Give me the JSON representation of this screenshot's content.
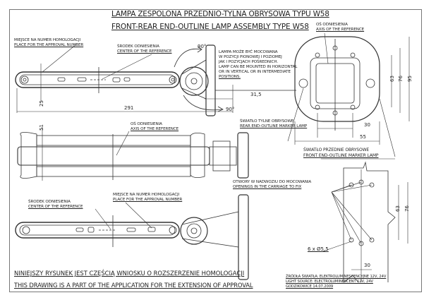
{
  "title": {
    "pl": "LAMPA ZESPOLONA PRZEDNIO-TYLNA OBRYSOWA TYPU W58",
    "en": "FRONT-REAR END-OUTLINE LAMP ASSEMBLY TYPE W58"
  },
  "labels": {
    "axis_ref_top_pl": "OŚ ODNIESIENIA",
    "axis_ref_top_en": "AXIS OF THE REFERENCE",
    "approval_top_pl": "MIEJSCE NA NUMER HOMOLOGACJI",
    "approval_top_en": "PLACE FOR THE APPROVAL NUMBER",
    "center_top_pl": "ŚRODEK ODNIESIENIA",
    "center_top_en": "CENTER OF THE REFERENCE",
    "mount_pl_1": "LAMPA MOŻE BYĆ MOCOWANA",
    "mount_pl_2": "W POZYCJI PIONOWEJ I POZIOMEJ",
    "mount_pl_3": "JAK I POZYCJACH POŚREDNICH.",
    "mount_en_1": "LAMP CAN BE MOUNTED IN HORIZONTAL",
    "mount_en_2": "OR IN VERTICAL OR IN INTERMEDIATE",
    "mount_en_3": "POSITIONS.",
    "rear_lamp_pl": "ŚWIATŁO TYLNE OBRYSOWE",
    "rear_lamp_en": "REAR END-OUTLINE MARKER LAMP",
    "front_lamp_pl": "ŚWIATŁO PRZEDNIE OBRYSOWE",
    "front_lamp_en": "FRONT END-OUTLINE MARKER LAMP",
    "axis_ref_mid_pl": "OŚ ODNIESIENIA",
    "axis_ref_mid_en": "AXIS OF THE REFERENCE",
    "openings_pl": "OTWORY W NADWOZIU DO MOCOWANIA",
    "openings_en": "OPENINGS IN THE CARRIAGE TO FIX",
    "center_bot_pl": "ŚRODEK ODNIESIENIA",
    "center_bot_en": "CENTER OF THE REFERENCE",
    "approval_bot_pl": "MIEJSCE NA NUMER HOMOLOGACJI",
    "approval_bot_en": "PLACE FOR THE APPROVAL NUMBER"
  },
  "dimensions": {
    "angle_top": "90°",
    "angle_bottom": "90°",
    "d31_5": "31,5",
    "d25": "25",
    "d291": "291",
    "d51": "51",
    "front_63": "63",
    "front_76": "76",
    "front_95": "95",
    "front_30": "30",
    "front_55": "55",
    "holes_63": "63",
    "holes_76": "76",
    "holes_30": "30",
    "holes_spec": "6 x Ø5,5"
  },
  "footer": {
    "pl": "NINIEJSZY RYSUNEK JEST CZĘŚCIĄ WNIOSKU O  ROZSZERZENIE  HOMOLOGACJI",
    "en": "THIS DRAWING IS A PART OF THE APPLICATION FOR THE EXTENSION OF APPROVAL",
    "source_pl": "ŹRÓDŁA ŚWIATŁA: ELEKTROLUMINESCENCYJNE  12V, 24V",
    "source_en": "LIGHT SOURCE: ELECTROLUMINESCENT  12V, 24V",
    "place_date": "GODZIKOWICE 14.07.2009"
  }
}
